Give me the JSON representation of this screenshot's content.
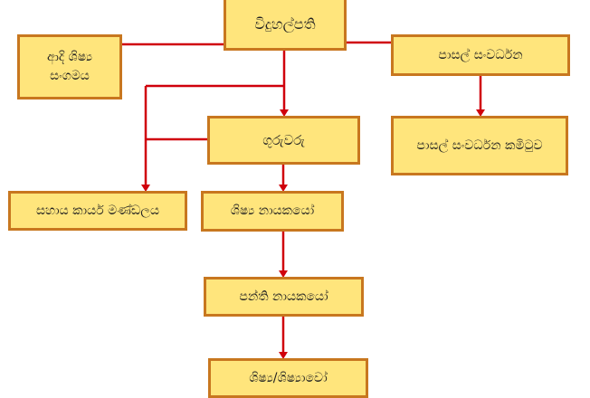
{
  "nodes": {
    "principal": "විදුහල්පති",
    "past_pupils": "ආදි ශිෂ්‍ය සංගමය",
    "school_development": "පාසල් සංවර්ධන",
    "school_development_committee": "පාසල් සංවර්ධන කමිටුව",
    "teachers": "ගුරුවරු",
    "support_staff": "සහාය කාර්ය මණ්ඩලය",
    "student_leaders": "ශිෂ්‍ය නායකයෝ",
    "class_leaders": "පන්ති නායකයෝ",
    "students": "ශිෂ්‍ය/ශිෂ්‍යාවෝ"
  },
  "colors": {
    "box_fill": "#FFE57C",
    "box_border": "#C8771F",
    "connector": "#D0000C"
  }
}
